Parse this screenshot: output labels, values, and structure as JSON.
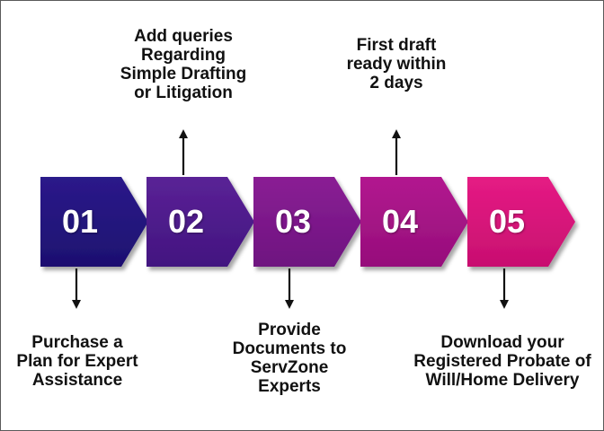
{
  "steps": [
    {
      "number": "01",
      "color_top": "#2b1a8a",
      "color_bottom": "#1d1070",
      "label_lines": [
        "Purchase a",
        "Plan for Expert",
        "Assistance"
      ],
      "label_side": "below"
    },
    {
      "number": "02",
      "color_top": "#5a2296",
      "color_bottom": "#421580",
      "label_lines": [
        "Add queries",
        "Regarding",
        "Simple Drafting",
        "or Litigation"
      ],
      "label_side": "above"
    },
    {
      "number": "03",
      "color_top": "#8a1f94",
      "color_bottom": "#6e1280",
      "label_lines": [
        "Provide",
        "Documents to",
        "ServZone",
        "Experts"
      ],
      "label_side": "below"
    },
    {
      "number": "04",
      "color_top": "#b2188f",
      "color_bottom": "#960e7b",
      "label_lines": [
        "First draft",
        "ready within",
        "2 days"
      ],
      "label_side": "above"
    },
    {
      "number": "05",
      "color_top": "#e51b84",
      "color_bottom": "#c80f70",
      "label_lines": [
        "Download your",
        "Registered Probate of",
        "Will/Home Delivery"
      ],
      "label_side": "below"
    }
  ]
}
